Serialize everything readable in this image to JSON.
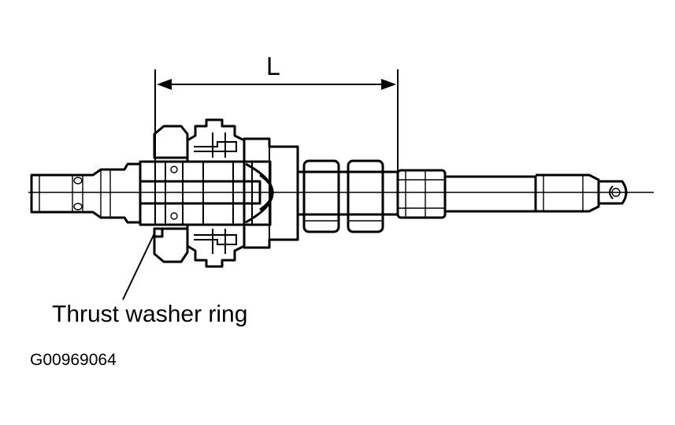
{
  "figure": {
    "dimension_label": "L",
    "callout_label": "Thrust washer ring",
    "figure_id": "G00969064"
  },
  "colors": {
    "ink": "#000000",
    "background": "#ffffff"
  }
}
